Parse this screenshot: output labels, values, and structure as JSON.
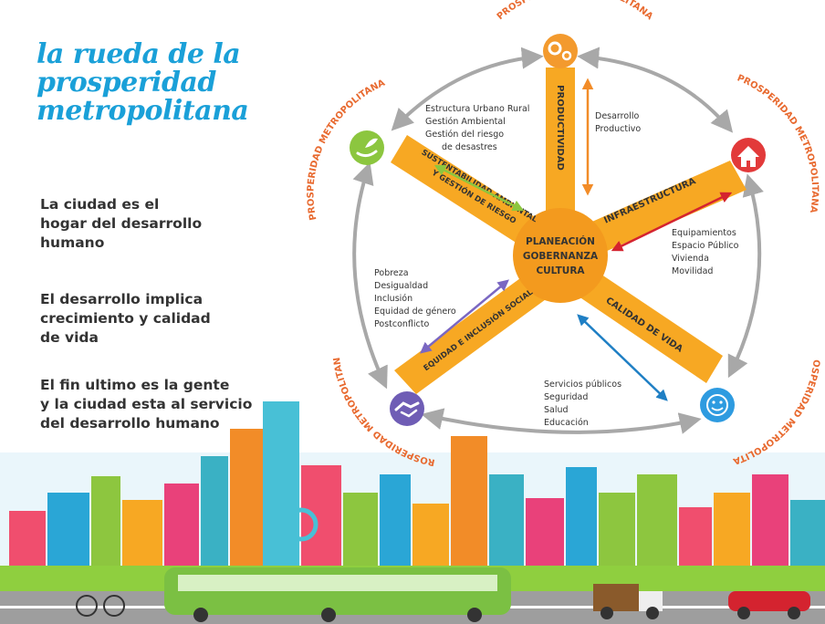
{
  "title_lines": [
    "la rueda de la",
    "prosperidad",
    "metropolitana"
  ],
  "paragraphs": [
    [
      "La ciudad es el",
      "hogar del desarrollo",
      "humano"
    ],
    [
      "El desarrollo implica",
      "crecimiento y calidad",
      "de vida"
    ],
    [
      "El fin ultimo es la gente",
      "y la ciudad esta al servicio",
      "del desarrollo humano"
    ]
  ],
  "ring_label": "PROSPERIDAD METROPOLITANA",
  "center_lines": [
    "PLANEACIÓN",
    "GOBERNANZA",
    "CULTURA"
  ],
  "spokes": [
    {
      "label": "PRODUCTIVIDAD",
      "icon": "gears-icon",
      "icon_color": "#f39a2e",
      "arrow_color": "#f28c28"
    },
    {
      "label": "INFRAESTRUCTURA",
      "icon": "house-icon",
      "icon_color": "#e23a3a",
      "arrow_color": "#d4232f"
    },
    {
      "label": "CALIDAD DE VIDA",
      "icon": "smiley-icon",
      "icon_color": "#2e9be0",
      "arrow_color": "#1f7fc4"
    },
    {
      "label": "EQUIDAD E INCLUSIÓN SOCIAL",
      "icon": "handshake-icon",
      "icon_color": "#6f5db5",
      "arrow_color": "#7a67c2"
    },
    {
      "label_lines": [
        "SUSTENTABILIDAD AMBIENTAL",
        "Y GESTIÓN DE RIESGO"
      ],
      "icon": "hand-leaf-icon",
      "icon_color": "#8cc63f",
      "arrow_color": "#8cc63f"
    }
  ],
  "notes": {
    "productividad": [
      "Desarrollo",
      "Productivo"
    ],
    "sustentabilidad": [
      "Estructura Urbano Rural",
      "Gestión Ambiental",
      "Gestión del riesgo",
      "de desastres"
    ],
    "infraestructura": [
      "Equipamientos",
      "Espacio Público",
      "Vivienda",
      "Movilidad"
    ],
    "equidad": [
      "Pobreza",
      "Desigualdad",
      "Inclusión",
      "Equidad de género",
      "Postconflicto"
    ],
    "calidad": [
      "Servicios públicos",
      "Seguridad",
      "Salud",
      "Educación"
    ]
  },
  "colors": {
    "title": "#1aa0d8",
    "spoke_orange": "#f7a823",
    "ring": "#b0b0b0",
    "text": "#333333",
    "bus": "#7bc043"
  }
}
